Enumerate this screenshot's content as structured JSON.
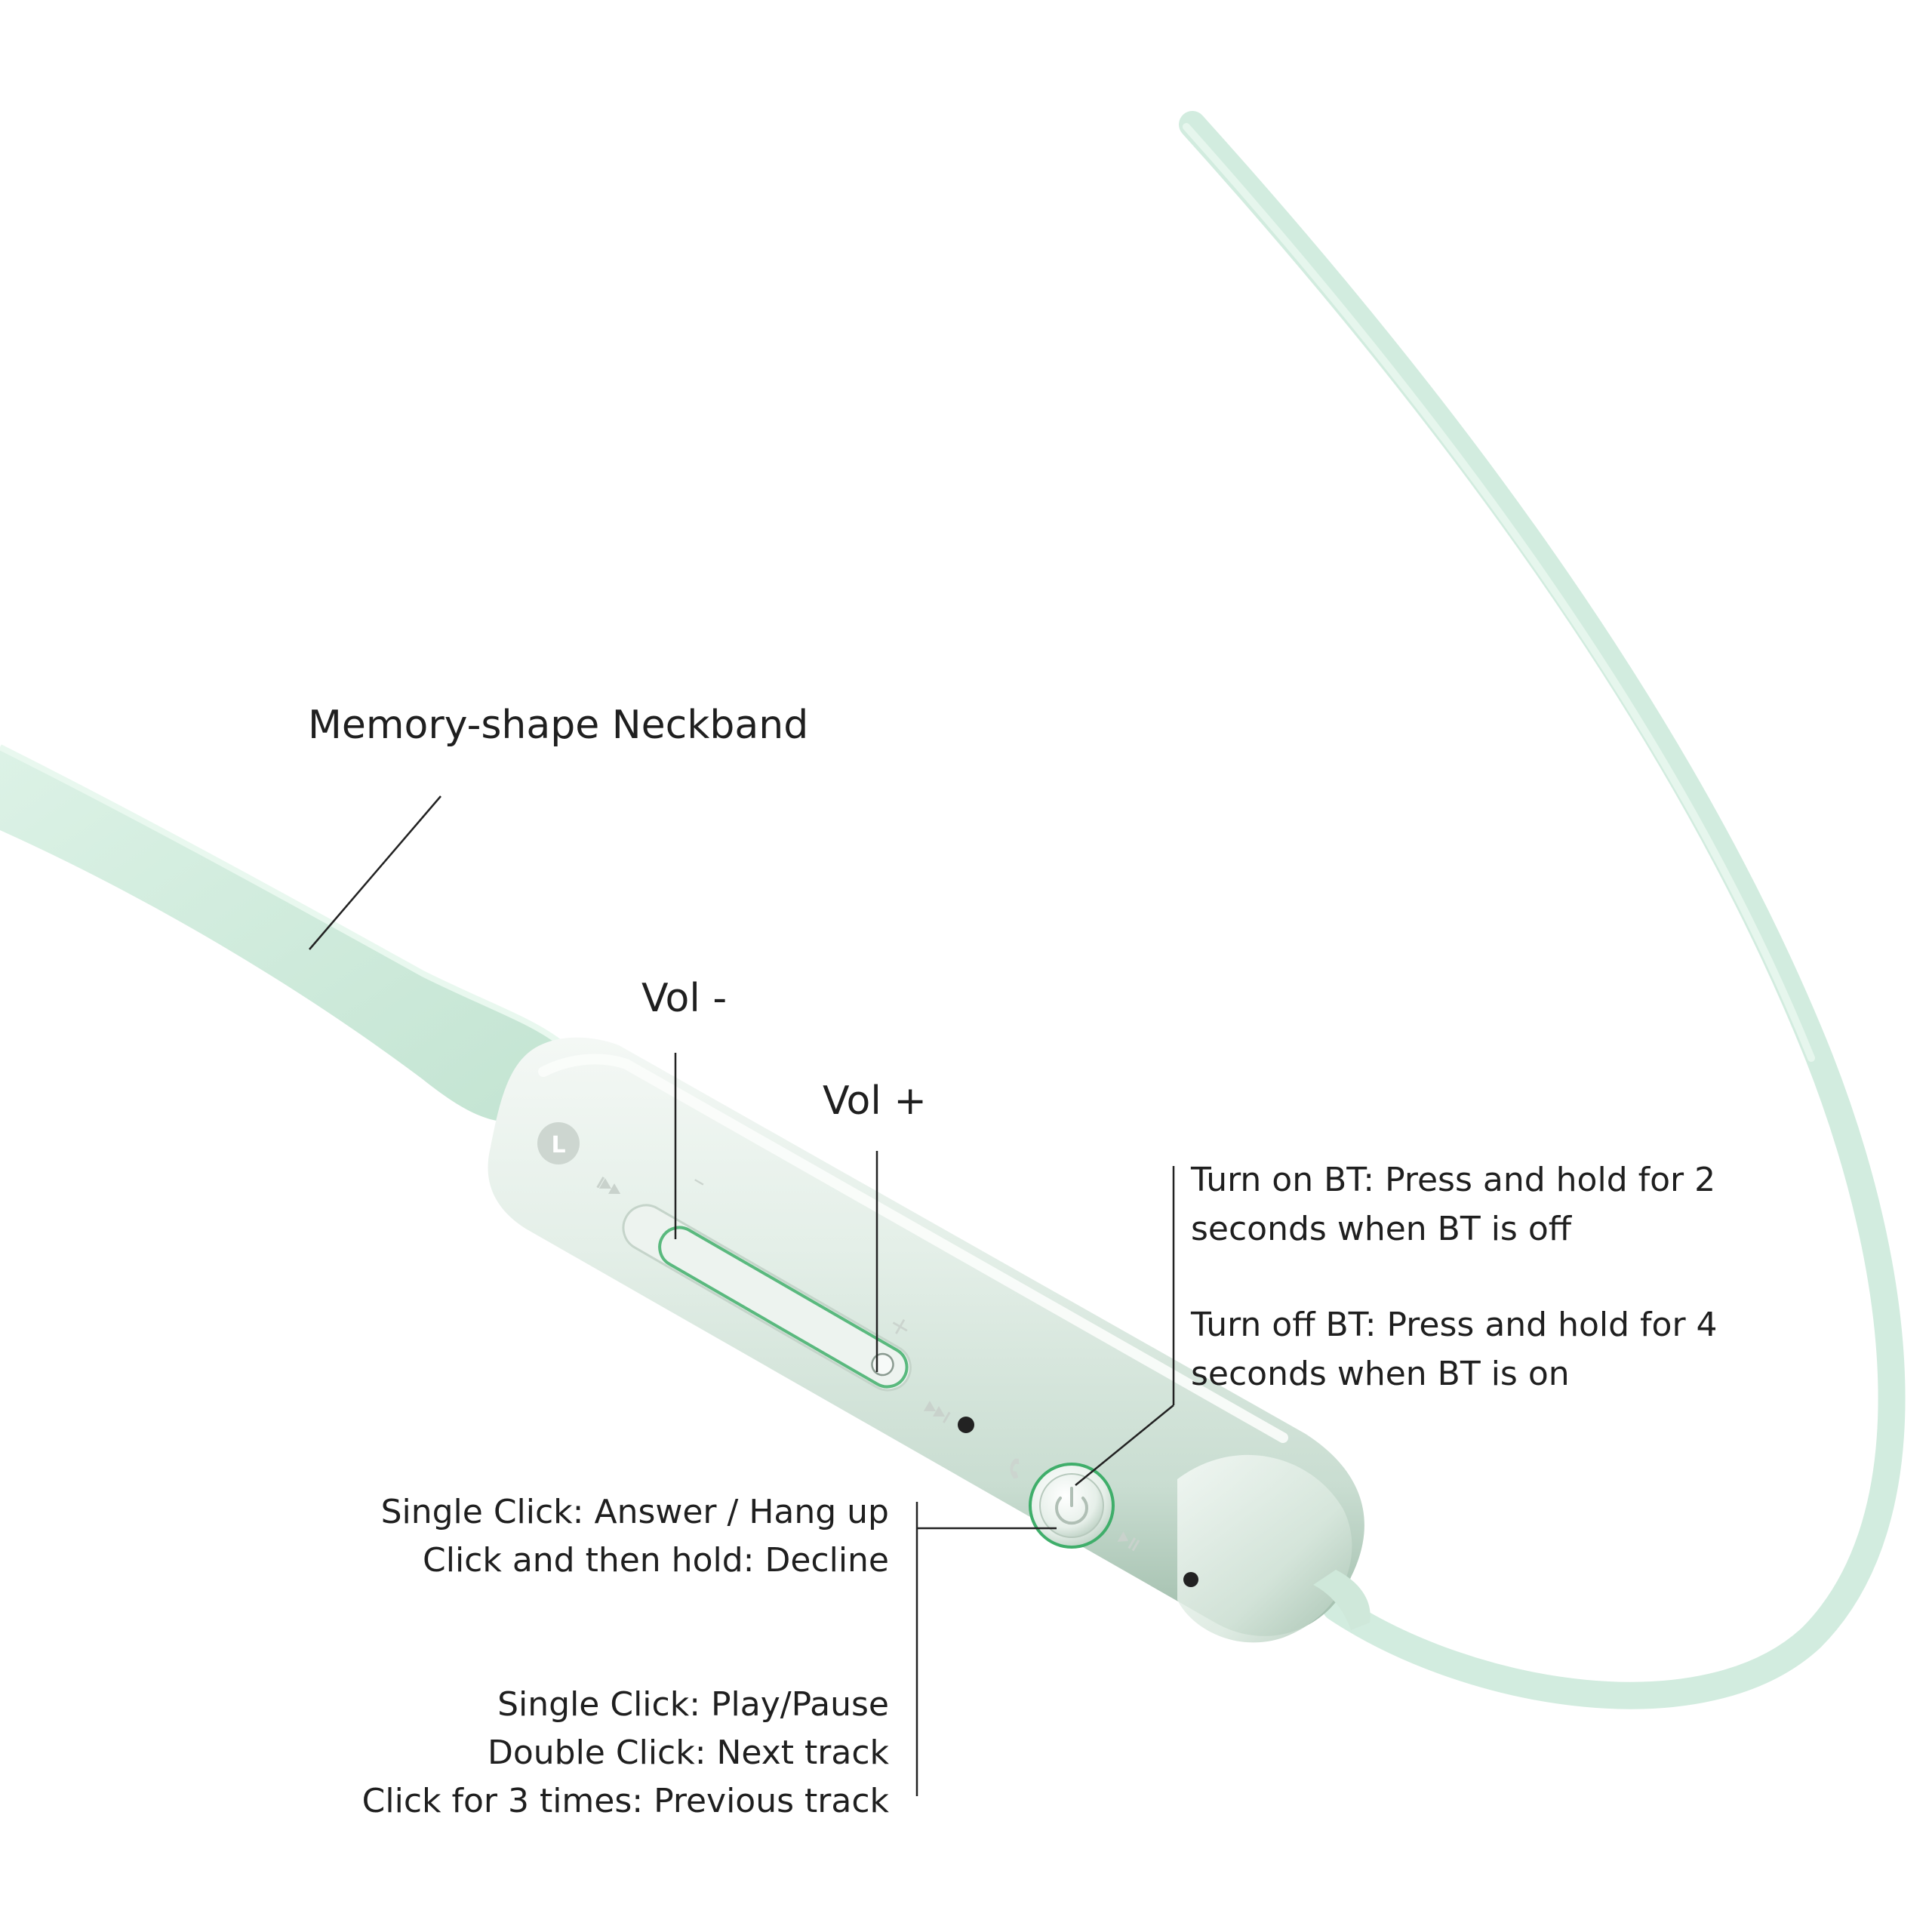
{
  "labels": {
    "neckband": "Memory-shape Neckband",
    "vol_minus": "Vol -",
    "vol_plus": "Vol +",
    "bt_on_1": "Turn on BT: Press and hold for 2",
    "bt_on_2": "seconds when BT is off",
    "bt_off_1": "Turn off BT: Press and hold for 4",
    "bt_off_2": "seconds when BT is on",
    "call_1": "Single Click: Answer / Hang up",
    "call_2": "Click and then hold: Decline",
    "media_1": "Single Click: Play/Pause",
    "media_2": "Double Click: Next track",
    "media_3": "Click for 3 times: Previous track"
  },
  "device_marks": {
    "side": "L",
    "minus_sign": "–",
    "plus_sign": "+"
  },
  "colors": {
    "neckband": "#d4eee0",
    "controller_body": "#e8f1ec",
    "accent_green": "#3fae6a",
    "text": "#1f1f1f"
  },
  "icons": [
    "prev-track-icon",
    "next-track-icon",
    "phone-icon",
    "power-icon",
    "play-pause-icon",
    "mic-hole-icon"
  ]
}
